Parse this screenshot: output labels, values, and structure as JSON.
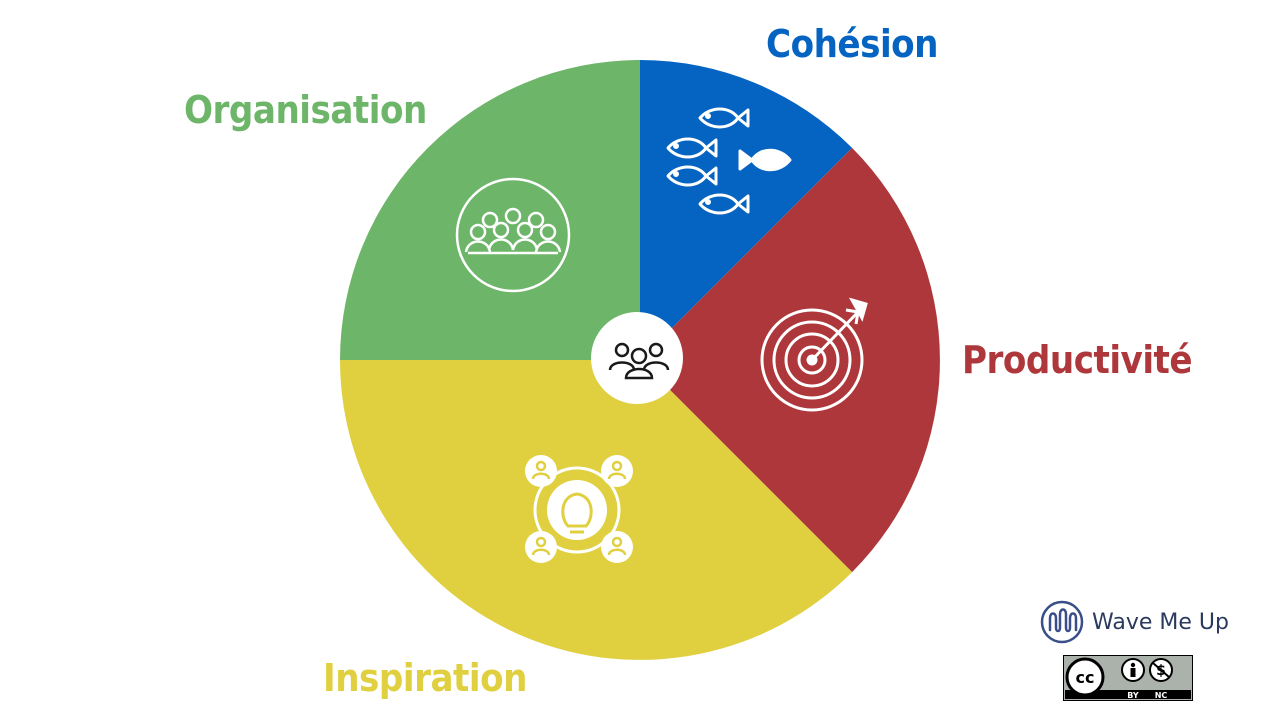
{
  "diagram": {
    "segments": [
      {
        "id": "cohesion",
        "label": "Cohésion",
        "color": "#0563c1",
        "icon": "fish-school-icon"
      },
      {
        "id": "productivite",
        "label": "Productivité",
        "color": "#ad373a",
        "icon": "target-arrow-icon"
      },
      {
        "id": "inspiration",
        "label": "Inspiration",
        "color": "#e0d040",
        "icon": "lightbulb-network-icon"
      },
      {
        "id": "organisation",
        "label": "Organisation",
        "color": "#6db568",
        "icon": "group-crowd-icon"
      }
    ],
    "center_icon": "team-icon"
  },
  "branding": {
    "name": "Wave Me Up",
    "logo_icon": "wave-logo-icon",
    "license": {
      "icon": "cc-by-nc-icon",
      "by": "BY",
      "nc": "NC"
    }
  }
}
